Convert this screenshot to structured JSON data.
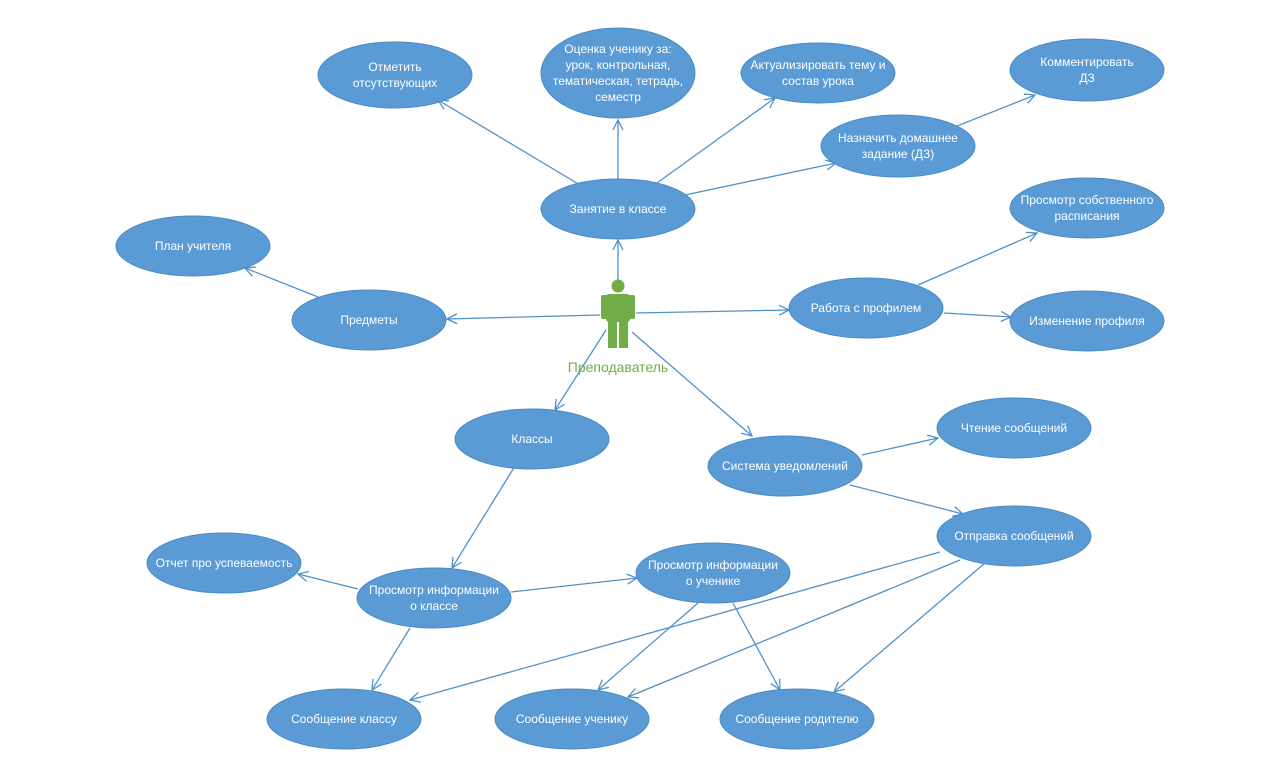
{
  "diagram": {
    "actor": {
      "id": "teacher",
      "label": "Преподаватель"
    },
    "nodes": [
      {
        "id": "mark_absent",
        "lines": [
          "Отметить",
          "отсутствующих"
        ]
      },
      {
        "id": "grade",
        "lines": [
          "Оценка ученику за:",
          "урок, контрольная,",
          "тематическая, тетрадь,",
          "семестр"
        ]
      },
      {
        "id": "update_topic",
        "lines": [
          "Актуализировать тему и",
          "состав урока"
        ]
      },
      {
        "id": "comment_hw",
        "lines": [
          "Комментировать",
          "ДЗ"
        ]
      },
      {
        "id": "assign_hw",
        "lines": [
          "Назначить домашнее",
          "задание (ДЗ)"
        ]
      },
      {
        "id": "lesson",
        "lines": [
          "Занятие в классе"
        ]
      },
      {
        "id": "view_schedule",
        "lines": [
          "Просмотр собственного",
          "расписания"
        ]
      },
      {
        "id": "teacher_plan",
        "lines": [
          "План учителя"
        ]
      },
      {
        "id": "subjects",
        "lines": [
          "Предметы"
        ]
      },
      {
        "id": "profile",
        "lines": [
          "Работа с профилем"
        ]
      },
      {
        "id": "edit_profile",
        "lines": [
          "Изменение профиля"
        ]
      },
      {
        "id": "classes",
        "lines": [
          "Классы"
        ]
      },
      {
        "id": "notifications",
        "lines": [
          "Система уведомлений"
        ]
      },
      {
        "id": "read_messages",
        "lines": [
          "Чтение сообщений"
        ]
      },
      {
        "id": "send_messages",
        "lines": [
          "Отправка  сообщений"
        ]
      },
      {
        "id": "progress_report",
        "lines": [
          "Отчет про успеваемость"
        ]
      },
      {
        "id": "class_info",
        "lines": [
          "Просмотр информации",
          "о классе"
        ]
      },
      {
        "id": "student_info",
        "lines": [
          "Просмотр информации",
          "о ученике"
        ]
      },
      {
        "id": "msg_class",
        "lines": [
          "Сообщение классу"
        ]
      },
      {
        "id": "msg_student",
        "lines": [
          "Сообщение ученику"
        ]
      },
      {
        "id": "msg_parent",
        "lines": [
          "Сообщение родителю"
        ]
      }
    ],
    "edges": [
      {
        "from": "teacher",
        "to": "lesson"
      },
      {
        "from": "lesson",
        "to": "mark_absent"
      },
      {
        "from": "lesson",
        "to": "grade"
      },
      {
        "from": "lesson",
        "to": "update_topic"
      },
      {
        "from": "lesson",
        "to": "assign_hw"
      },
      {
        "from": "assign_hw",
        "to": "comment_hw"
      },
      {
        "from": "teacher",
        "to": "subjects"
      },
      {
        "from": "subjects",
        "to": "teacher_plan"
      },
      {
        "from": "teacher",
        "to": "profile"
      },
      {
        "from": "profile",
        "to": "view_schedule"
      },
      {
        "from": "profile",
        "to": "edit_profile"
      },
      {
        "from": "teacher",
        "to": "classes"
      },
      {
        "from": "teacher",
        "to": "notifications"
      },
      {
        "from": "notifications",
        "to": "read_messages"
      },
      {
        "from": "notifications",
        "to": "send_messages"
      },
      {
        "from": "classes",
        "to": "class_info"
      },
      {
        "from": "class_info",
        "to": "progress_report"
      },
      {
        "from": "class_info",
        "to": "student_info"
      },
      {
        "from": "class_info",
        "to": "msg_class"
      },
      {
        "from": "student_info",
        "to": "msg_student"
      },
      {
        "from": "student_info",
        "to": "msg_parent"
      },
      {
        "from": "send_messages",
        "to": "msg_class"
      },
      {
        "from": "send_messages",
        "to": "msg_student"
      },
      {
        "from": "send_messages",
        "to": "msg_parent"
      }
    ]
  }
}
